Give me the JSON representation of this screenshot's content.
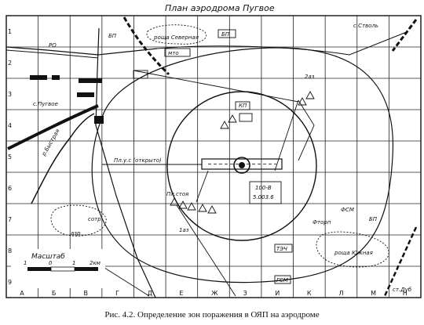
{
  "title": "План аэродрома Пугвое",
  "caption": "Рис. 4.2. Определение зон поражения в ОЯП на аэродроме",
  "columns": [
    "А",
    "Б",
    "В",
    "Г",
    "Д",
    "Е",
    "Ж",
    "З",
    "И",
    "К",
    "Л",
    "М",
    "Н"
  ],
  "rows": [
    "1",
    "2",
    "3",
    "4",
    "5",
    "6",
    "7",
    "8",
    "9"
  ],
  "labels": {
    "village_pugvoe": "с.Пугвое",
    "river": "р.Быстрая",
    "village_stvol": "с.Стволь",
    "grove_north": "роща Северная",
    "grove_south": "роща Южная",
    "station": "ст.Дуб",
    "pu_open": "Пл.у.с (открыто)",
    "pl_stoyanka": "Пл.стоя",
    "runway_info_1": "100-В",
    "runway_info_2": "5.003.6",
    "label_1az": "1аз",
    "label_2az": "2аз",
    "label_fo": "РО",
    "label_bp1": "БП",
    "label_bp2": "БП",
    "label_bp3": "БП",
    "label_azp": "азр",
    "label_sotr": "сотр",
    "label_tech": "ТЭЧ",
    "label_gsm": "ГСМ",
    "label_opos": "Фторп",
    "label_fsm": "ФСМ",
    "label_kp": "КП",
    "label_mto": "мто"
  },
  "scale": {
    "title": "Масштаб",
    "ticks": [
      "1",
      "0",
      "1",
      "2км"
    ]
  }
}
